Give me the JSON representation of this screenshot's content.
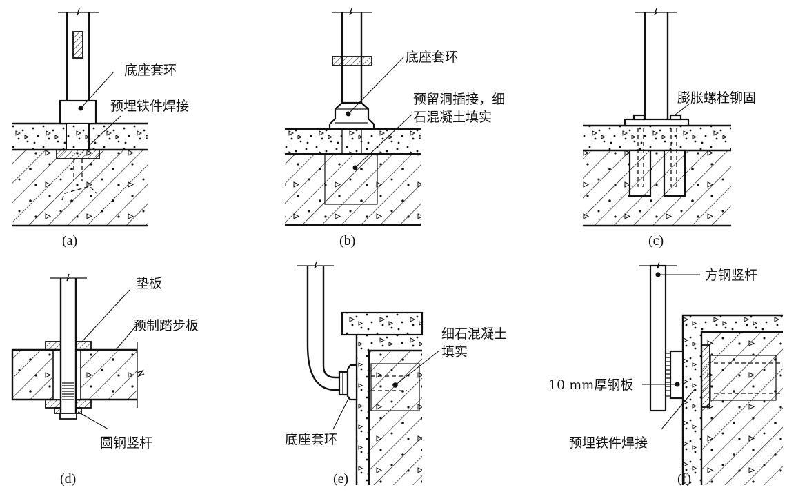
{
  "figure": {
    "panels": [
      {
        "id": "a",
        "caption": "(a)",
        "labels": [
          "底座套环",
          "预埋铁件焊接"
        ]
      },
      {
        "id": "b",
        "caption": "(b)",
        "labels": [
          "底座套环",
          "预留洞插接，细",
          "石混凝土填实"
        ]
      },
      {
        "id": "c",
        "caption": "(c)",
        "labels": [
          "膨胀螺栓铆固"
        ]
      },
      {
        "id": "d",
        "caption": "(d)",
        "labels": [
          "垫板",
          "预制踏步板",
          "圆钢竖杆"
        ]
      },
      {
        "id": "e",
        "caption": "(e)",
        "labels": [
          "细石混凝土",
          "填实",
          "底座套环"
        ]
      },
      {
        "id": "f",
        "caption": "(f)",
        "labels": [
          "方钢竖杆",
          "10 mm厚钢板",
          "预埋铁件焊接"
        ]
      }
    ]
  }
}
